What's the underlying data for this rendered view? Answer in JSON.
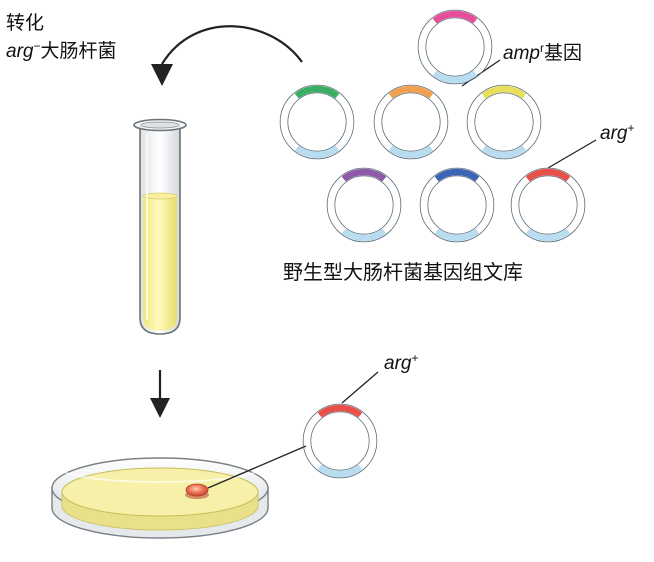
{
  "labels": {
    "transform_line1": "转化",
    "transform_strain_italic": "arg",
    "transform_strain_sup": "−",
    "transform_strain_rest": "大肠杆菌",
    "amp_italic": "amp",
    "amp_sup": "r",
    "amp_rest": "基因",
    "arg_top_italic": "arg",
    "arg_top_sup": "+",
    "library_caption": "野生型大肠杆菌基因组文库",
    "arg_bottom_italic": "arg",
    "arg_bottom_sup": "+"
  },
  "plasmids": [
    {
      "name": "top-plasmid",
      "insert_color": "#e84d9a"
    },
    {
      "name": "green-plasmid",
      "insert_color": "#3aaf64"
    },
    {
      "name": "orange-plasmid",
      "insert_color": "#f2a04e"
    },
    {
      "name": "yellow-plasmid",
      "insert_color": "#e8df5a"
    },
    {
      "name": "purple-plasmid",
      "insert_color": "#8e5aa8"
    },
    {
      "name": "blue-plasmid",
      "insert_color": "#3a64b4"
    },
    {
      "name": "red-plasmid",
      "insert_color": "#e8504a"
    },
    {
      "name": "isolated-plasmid",
      "insert_color": "#e8504a"
    }
  ],
  "colors": {
    "plasmid_ring": "#3aa6dc",
    "plasmid_marker_light": "#b8dcf0",
    "medium": "#f5f0a0",
    "colony": "#e8604a"
  }
}
